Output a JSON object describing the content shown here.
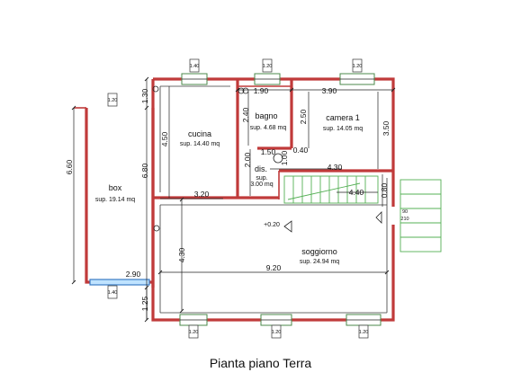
{
  "caption": "Pianta piano Terra",
  "rooms": {
    "box": {
      "name": "box",
      "area": "sup. 19.14 mq"
    },
    "cucina": {
      "name": "cucina",
      "area": "sup. 14.40 mq"
    },
    "bagno": {
      "name": "bagno",
      "area": "sup. 4.68 mq"
    },
    "camera": {
      "name": "camera 1",
      "area": "sup. 14.05 mq"
    },
    "dis": {
      "name": "dis.",
      "area_line1": "sup.",
      "area_line2": "3.00 mq"
    },
    "soggiorno": {
      "name": "soggiorno",
      "area": "sup. 24.94 mq"
    }
  },
  "dimensions": {
    "bagno_width": "1.90",
    "camera_width": "3.90",
    "bagno_height": "2.40",
    "camera_left_height": "2.50",
    "camera_right_height": "3.50",
    "cucina_height": "4.50",
    "box_inner_height": "6.60",
    "box_outer_height": "6.80",
    "top_left": "1.30",
    "bagno_door": "1.50",
    "dis_height": "2.00",
    "dis_width": "1.00",
    "stair_gap": "0.40",
    "corridor": "4.30",
    "stair_len": "4.40",
    "stair_end": "0.80",
    "cucina_wall": "3.20",
    "soggiorno_height": "4.30",
    "soggiorno_width": "9.20",
    "box_bottom": "2.90",
    "bottom_left": "1.25",
    "elevation": "+0.20",
    "door_90": "90",
    "door_210": "210"
  },
  "window_tags": {
    "t1": "1.20",
    "t2": "1.40",
    "t3": "1.20",
    "t4": "1.20",
    "t5": "1.40",
    "t6": "1.20",
    "t7": "1.20",
    "t8": "1.20"
  },
  "colors": {
    "wall": "#c03a3a",
    "stairs": "#55b055",
    "window_glass": "#bfe3ff"
  }
}
